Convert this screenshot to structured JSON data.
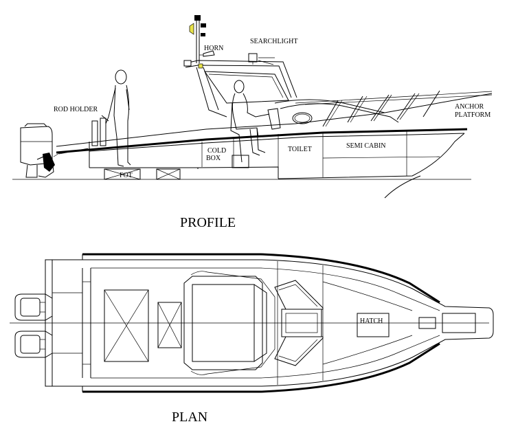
{
  "profile": {
    "title": "PROFILE",
    "labels": {
      "searchlight": "SEARCHLIGHT",
      "horn": "HORN",
      "rod_holder": "ROD HOLDER",
      "anchor_line1": "ANCHOR",
      "anchor_line2": "PLATFORM",
      "cold_line1": "COLD",
      "cold_line2": "BOX",
      "toilet": "TOILET",
      "semi_cabin": "SEMI CABIN",
      "fot": "FOT"
    }
  },
  "plan": {
    "title": "PLAN",
    "labels": {
      "hatch": "HATCH"
    }
  },
  "colors": {
    "line": "#000000",
    "background": "#ffffff",
    "mast_light": "#e8e24a"
  }
}
